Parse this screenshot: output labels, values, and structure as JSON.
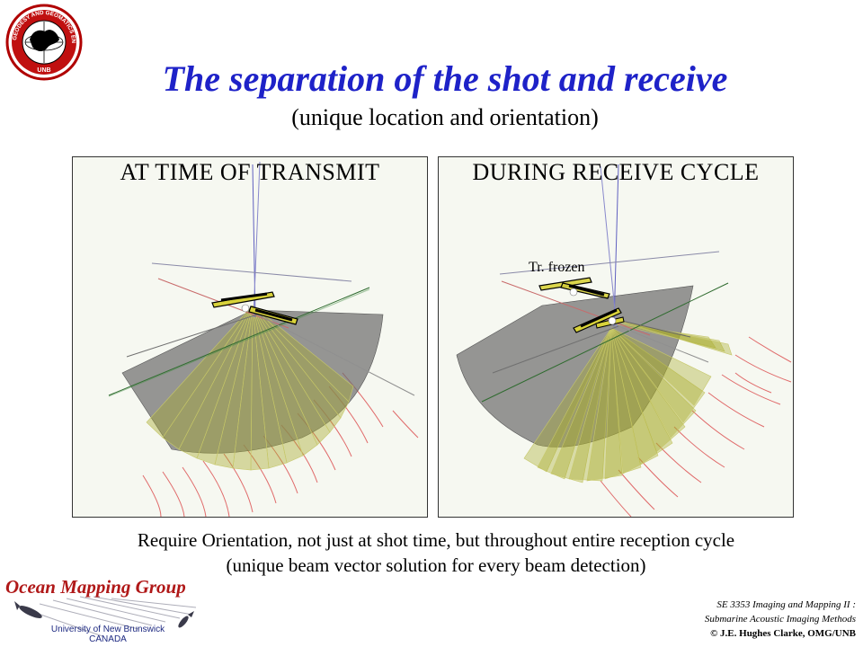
{
  "slide": {
    "title": "The separation of the shot and receive",
    "subtitle": "(unique location and orientation)"
  },
  "seal": {
    "top_text": "GEODESY AND GEOMATICS ENGINEERING",
    "bottom_text": "UNB"
  },
  "panels": {
    "left": {
      "label": "AT TIME OF TRANSMIT"
    },
    "right": {
      "label": "DURING RECEIVE CYCLE",
      "annotation": "Tr. frozen"
    }
  },
  "caption": {
    "line1": "Require Orientation, not just at shot time, but throughout entire reception cycle",
    "line2": "(unique beam vector solution for every beam detection)"
  },
  "logo": {
    "title": "Ocean Mapping Group",
    "university": "University of New Brunswick",
    "country": "CANADA"
  },
  "footer": {
    "course": "SE 3353 Imaging and Mapping II :",
    "subject": "Submarine Acoustic Imaging Methods",
    "copyright": "© J.E. Hughes Clarke, OMG/UNB"
  },
  "colors": {
    "title": "#1e22c8",
    "omg_title": "#b01818",
    "fan": "#a8aa2e",
    "swath": "#707070"
  }
}
